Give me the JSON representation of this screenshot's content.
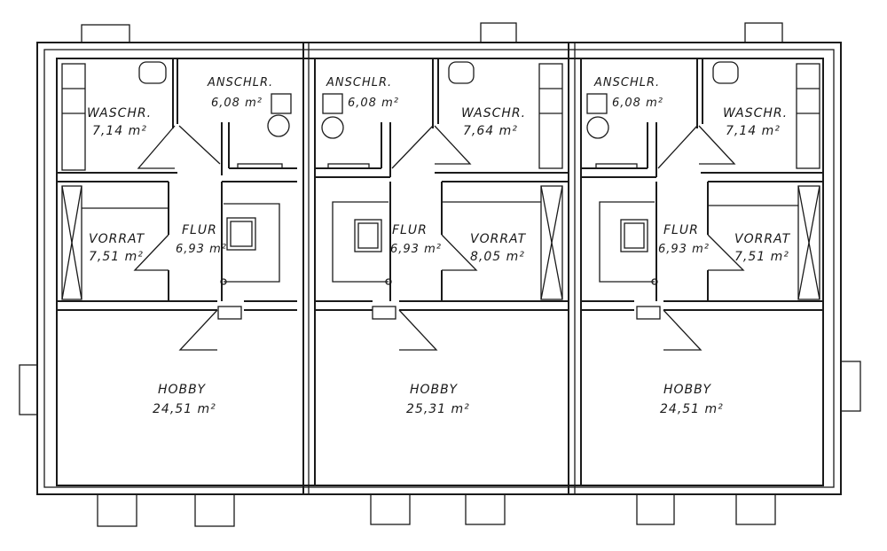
{
  "plan": {
    "units": [
      {
        "anschlr": {
          "label": "ANSCHLR.",
          "area": "6,08 m²"
        },
        "waschr": {
          "label": "WASCHR.",
          "area": "7,14 m²"
        },
        "flur": {
          "label": "FLUR",
          "area": "6,93 m²"
        },
        "vorrat": {
          "label": "VORRAT",
          "area": "7,51 m²"
        },
        "hobby": {
          "label": "HOBBY",
          "area": "24,51 m²"
        }
      },
      {
        "anschlr": {
          "label": "ANSCHLR.",
          "area": "6,08 m²"
        },
        "waschr": {
          "label": "WASCHR.",
          "area": "7,64 m²"
        },
        "flur": {
          "label": "FLUR",
          "area": "6,93 m²"
        },
        "vorrat": {
          "label": "VORRAT",
          "area": "8,05 m²"
        },
        "hobby": {
          "label": "HOBBY",
          "area": "25,31 m²"
        }
      },
      {
        "anschlr": {
          "label": "ANSCHLR.",
          "area": "6,08 m²"
        },
        "waschr": {
          "label": "WASCHR.",
          "area": "7,14 m²"
        },
        "flur": {
          "label": "FLUR",
          "area": "6,93 m²"
        },
        "vorrat": {
          "label": "VORRAT",
          "area": "7,51 m²"
        },
        "hobby": {
          "label": "HOBBY",
          "area": "24,51 m²"
        }
      }
    ]
  }
}
